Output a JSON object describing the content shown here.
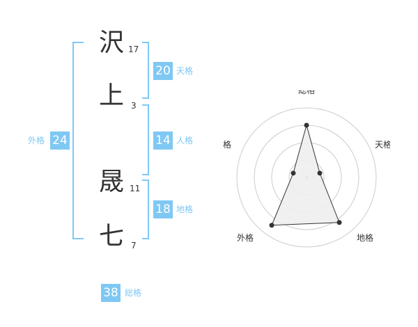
{
  "name": {
    "characters": [
      {
        "char": "沢",
        "strokes": "17"
      },
      {
        "char": "上",
        "strokes": "3"
      },
      {
        "char": "晟",
        "strokes": "11"
      },
      {
        "char": "七",
        "strokes": "7"
      }
    ]
  },
  "fortunes": {
    "tenkaku": {
      "value": "20",
      "label": "天格"
    },
    "jinkaku": {
      "value": "14",
      "label": "人格"
    },
    "chikaku": {
      "value": "18",
      "label": "地格"
    },
    "gaikaku": {
      "value": "24",
      "label": "外格"
    },
    "soukaku": {
      "value": "38",
      "label": "総格"
    }
  },
  "radar": {
    "axes": [
      "総格",
      "天格",
      "地格",
      "外格",
      "人格"
    ],
    "levels": 4,
    "values": [
      0.75,
      0.2,
      0.8,
      0.85,
      0.2
    ],
    "grid_color": "#cccccc",
    "fill_color": "#eeeeee",
    "line_color": "#333333"
  }
}
